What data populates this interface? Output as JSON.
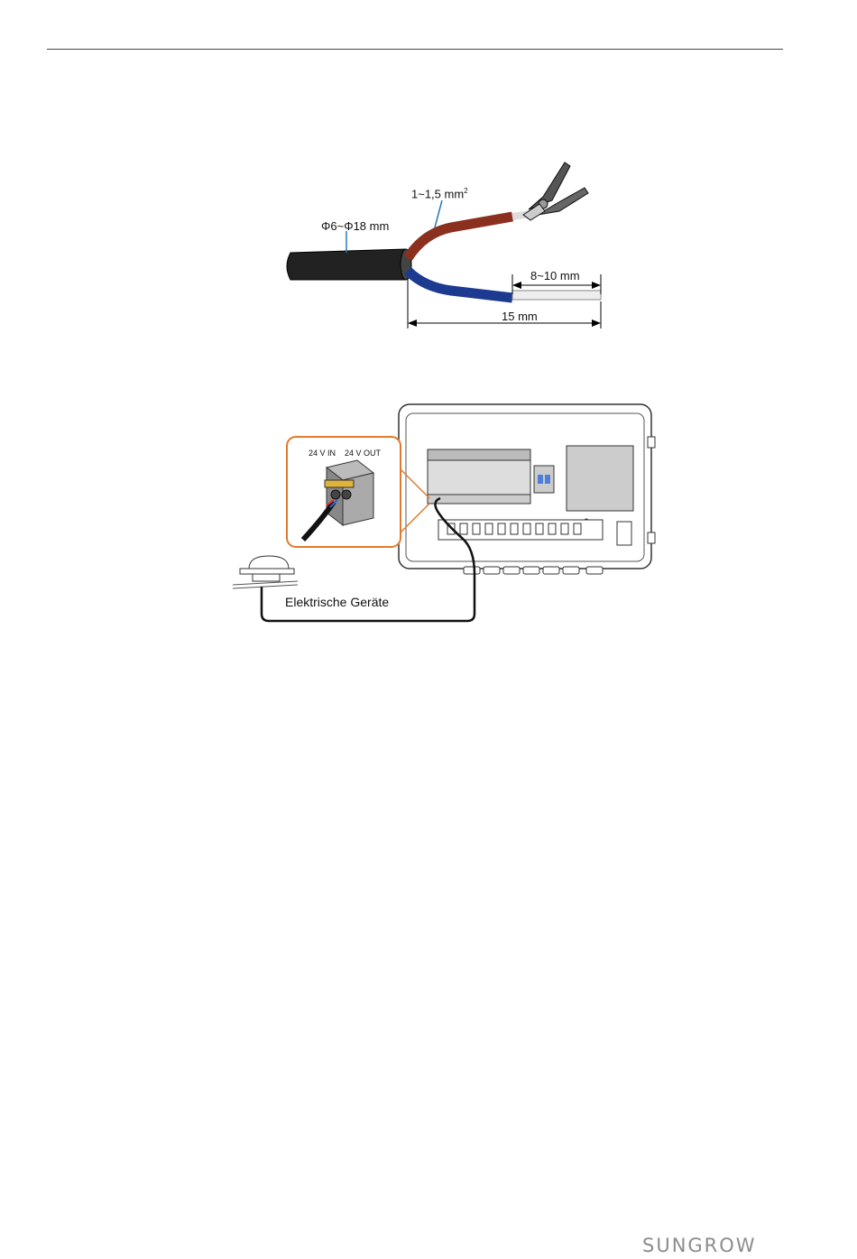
{
  "figure1": {
    "cable_diameter_label": "Φ6~Φ18 mm",
    "wire_cross_section_label": "1~1,5 mm",
    "wire_cross_section_sup": "2",
    "strip_length_label": "8~10 mm",
    "sheath_strip_label": "15 mm",
    "colors": {
      "sheath": "#222222",
      "wire_brown": "#8b2f1e",
      "wire_blue": "#1c3a8f",
      "leader": "#2a77b8"
    }
  },
  "figure2": {
    "terminal_in_label": "24  V IN",
    "terminal_out_label": "24  V OUT",
    "device_label": "Elektrische Geräte",
    "colors": {
      "callout_border": "#e07a2e"
    }
  },
  "footer": {
    "brand": "SUNGROW"
  }
}
